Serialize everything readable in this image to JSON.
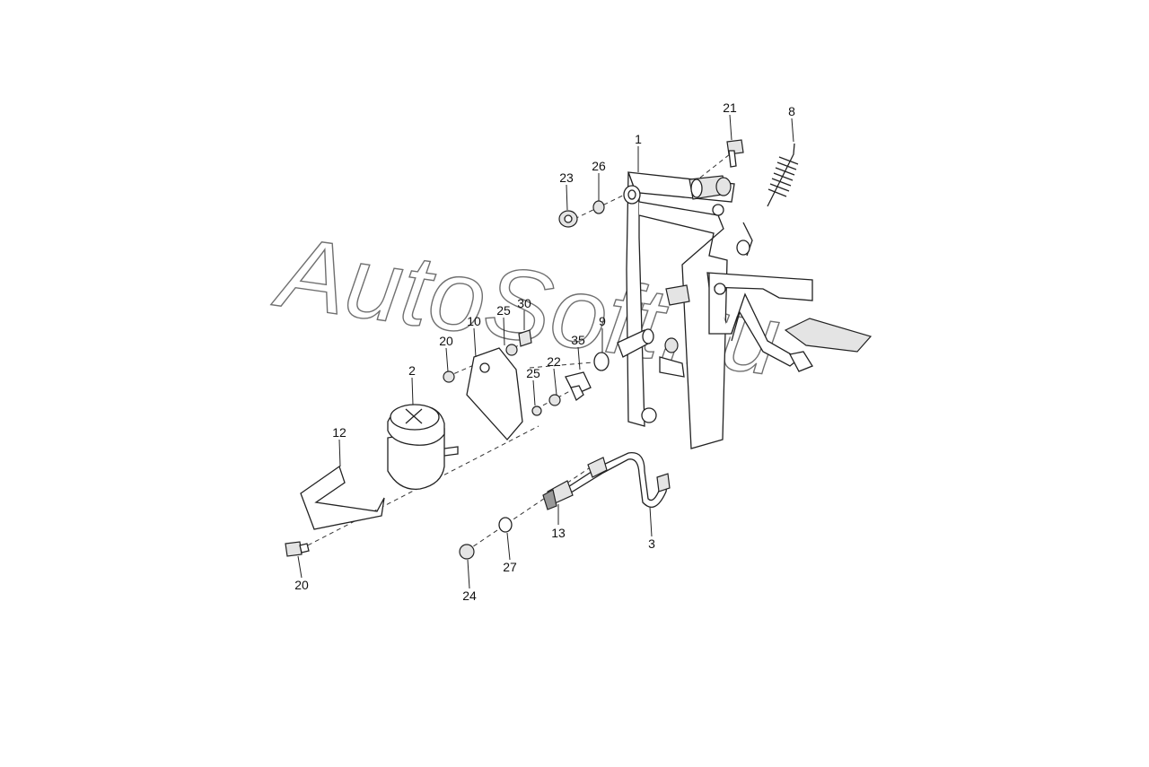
{
  "watermark": "AutoSoft.ru",
  "callouts": [
    {
      "id": "c1",
      "text": "1"
    },
    {
      "id": "c21",
      "text": "21"
    },
    {
      "id": "c8",
      "text": "8"
    },
    {
      "id": "c23",
      "text": "23"
    },
    {
      "id": "c26",
      "text": "26"
    },
    {
      "id": "c30",
      "text": "30"
    },
    {
      "id": "c25a",
      "text": "25"
    },
    {
      "id": "c10",
      "text": "10"
    },
    {
      "id": "c9",
      "text": "9"
    },
    {
      "id": "c35",
      "text": "35"
    },
    {
      "id": "c20a",
      "text": "20"
    },
    {
      "id": "c2",
      "text": "2"
    },
    {
      "id": "c22",
      "text": "22"
    },
    {
      "id": "c25b",
      "text": "25"
    },
    {
      "id": "c12",
      "text": "12"
    },
    {
      "id": "c13",
      "text": "13"
    },
    {
      "id": "c3",
      "text": "3"
    },
    {
      "id": "c27",
      "text": "27"
    },
    {
      "id": "c20b",
      "text": "20"
    },
    {
      "id": "c24",
      "text": "24"
    }
  ]
}
